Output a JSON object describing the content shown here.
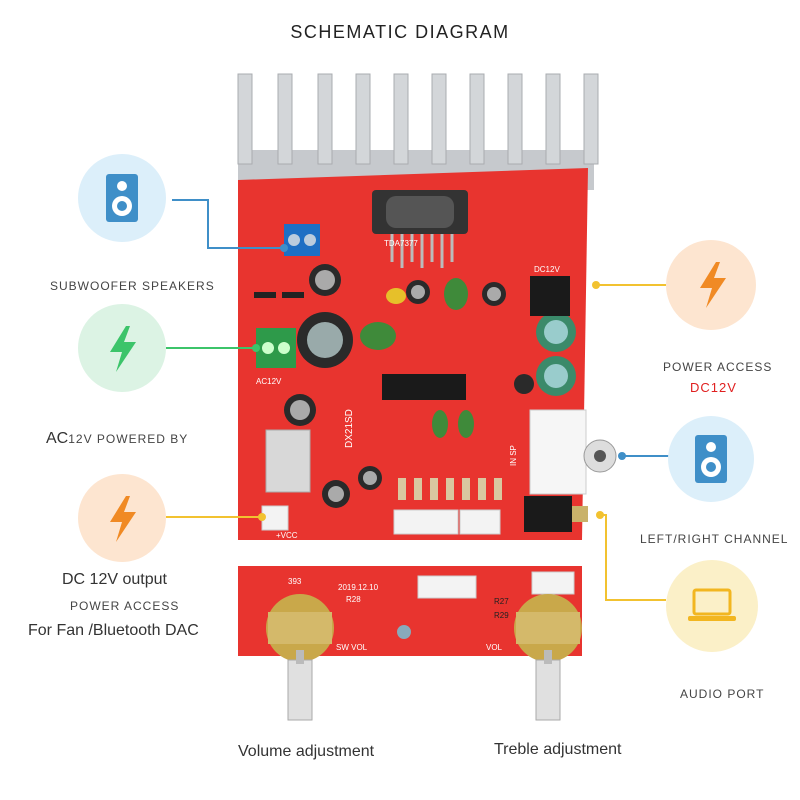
{
  "title": "SCHEMATIC DIAGRAM",
  "left_labels": {
    "subwoofer": "SUBWOOFER SPEAKERS",
    "ac_powered_big": "AC",
    "ac_powered_small": "12V POWERED BY",
    "dc_output": "DC 12V output",
    "power_access": "POWER ACCESS",
    "fan_dac": "For Fan /Bluetooth DAC"
  },
  "right_labels": {
    "power_access": "POWER ACCESS",
    "dc12v": "DC12V",
    "channel": "LEFT/RIGHT CHANNEL",
    "audio_port": "AUDIO PORT"
  },
  "bottom_labels": {
    "volume": "Volume adjustment",
    "treble": "Treble adjustment"
  },
  "board": {
    "chip_top": "TDA7377",
    "chip_main": "DX21SD",
    "date": "2019.12.10",
    "sw_vol": "SW VOL",
    "vol": "VOL",
    "ac12v": "AC12V",
    "vcc": "+VCC",
    "dc12v_silk": "DC12V",
    "r27": "R27",
    "r28": "R28",
    "r29": "R29",
    "in_sp": "IN SP",
    "code_393": "393"
  },
  "colors": {
    "board_red": "#e8342f",
    "heatsink": "#c9ccd0",
    "blue_accent": "#3f8fc8",
    "green_accent": "#3cc46a",
    "orange_accent": "#f08a24",
    "yellow_accent": "#f2c230"
  },
  "icons": [
    "speaker-icon",
    "lightning-icon",
    "laptop-icon"
  ]
}
